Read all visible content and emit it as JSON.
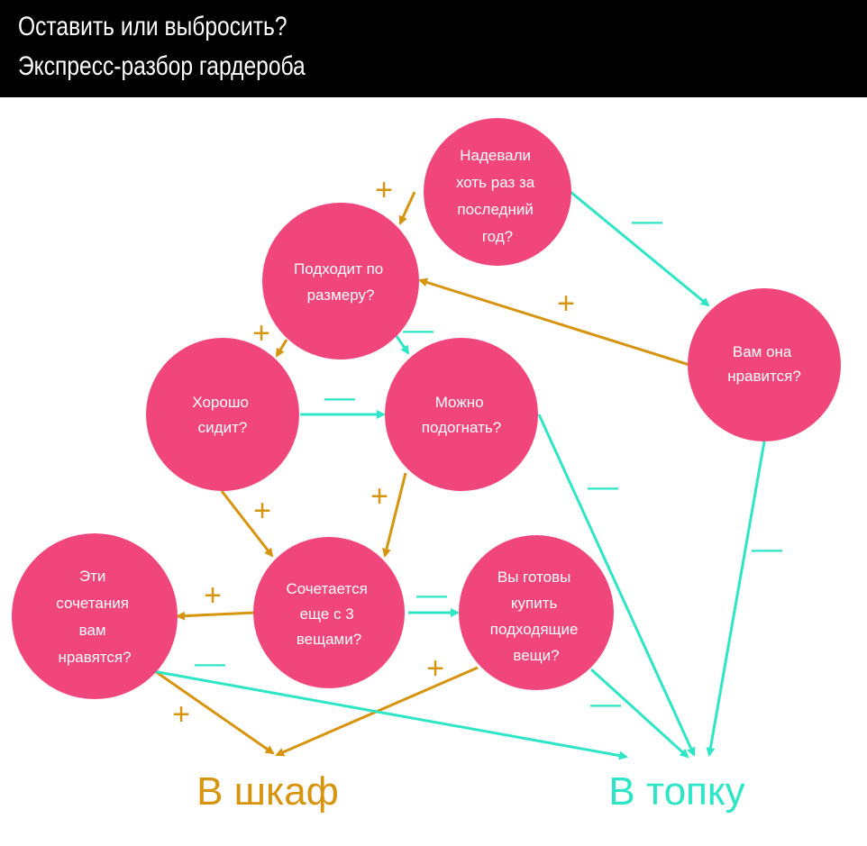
{
  "header": {
    "title_line_1": "Оставить или выбросить?",
    "title_line_2": "Экспресс-разбор гардероба"
  },
  "colors": {
    "node_fill": "#f0467c",
    "yes_color": "#d6940f",
    "no_color": "#2ee6c6",
    "header_bg": "#000000"
  },
  "nodes": {
    "worn": {
      "lines": [
        "Надевали",
        "хоть раз за",
        "последний",
        "год?"
      ]
    },
    "fits_size": {
      "lines": [
        "Подходит по",
        "размеру?"
      ]
    },
    "like_it": {
      "lines": [
        "Вам она",
        "нравится?"
      ]
    },
    "fits_well": {
      "lines": [
        "Хорошо",
        "сидит?"
      ]
    },
    "alter": {
      "lines": [
        "Можно",
        "подогнать?"
      ]
    },
    "combos_like": {
      "lines": [
        "Эти",
        "сочетания",
        "вам",
        "нравятся?"
      ]
    },
    "combines": {
      "lines": [
        "Сочетается",
        "еще с 3",
        "вещами?"
      ]
    },
    "buy_ready": {
      "lines": [
        "Вы готовы",
        "купить",
        "подходящие",
        "вещи?"
      ]
    }
  },
  "outcomes": {
    "keep": "В шкаф",
    "toss": "В топку"
  },
  "signs": {
    "plus": "+",
    "minus": "—"
  }
}
